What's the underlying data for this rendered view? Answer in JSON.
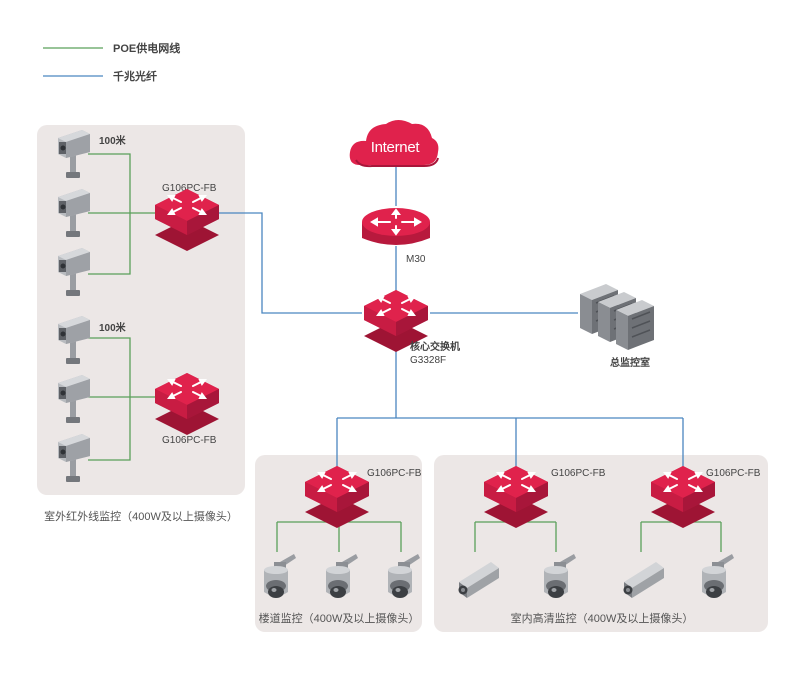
{
  "legend": {
    "poe_label": "POE供电网线",
    "poe_color": "#5aa05a",
    "fiber_label": "千兆光纤",
    "fiber_color": "#4a86c0"
  },
  "colors": {
    "device_red": "#e0224c",
    "zone_fill": "#ece7e6",
    "server_gray": "#8a8d92"
  },
  "internet": {
    "label": "Internet",
    "icon": "cloud-icon"
  },
  "router": {
    "model": "M30",
    "icon": "router-icon"
  },
  "core_switch": {
    "name": "核心交换机",
    "model": "G3328F",
    "icon": "switch-icon"
  },
  "control_room": {
    "label": "总监控室",
    "icon": "server-rack-icon"
  },
  "zones": {
    "outdoor": {
      "caption": "室外红外线监控（400W及以上摄像头）",
      "distance_top": "100米",
      "distance_bottom": "100米",
      "switch_top": "G106PC-FB",
      "switch_bottom": "G106PC-FB"
    },
    "stairs": {
      "caption": "楼道监控（400W及以上摄像头）",
      "switch": "G106PC-FB"
    },
    "indoor": {
      "caption": "室内高清监控（400W及以上摄像头）",
      "switch_left": "G106PC-FB",
      "switch_right": "G106PC-FB"
    }
  }
}
